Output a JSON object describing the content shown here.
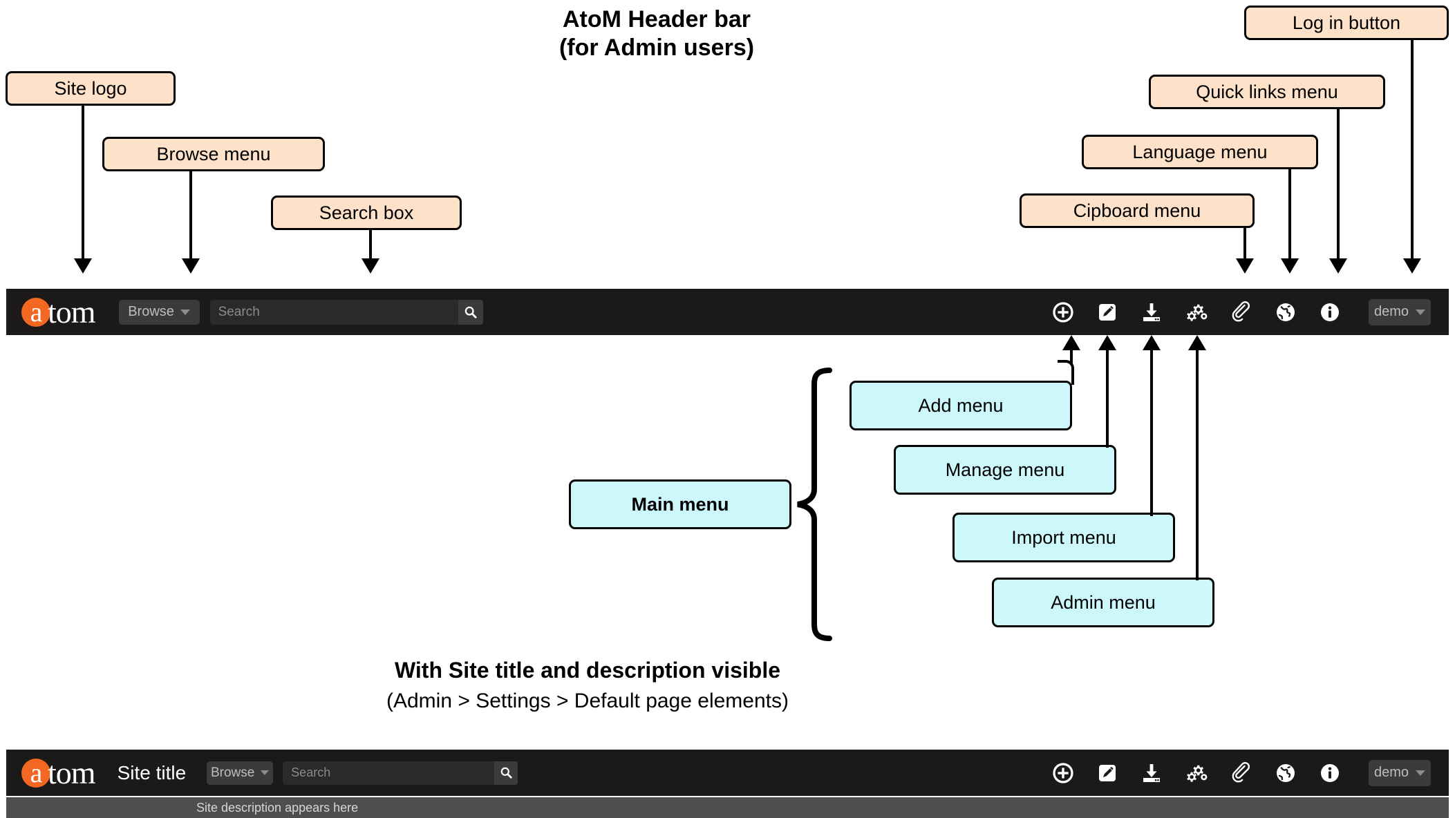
{
  "titles": {
    "main_line1": "AtoM Header bar",
    "main_line2": "(for Admin users)",
    "second_line1": "With Site title and description visible",
    "second_line2": "(Admin > Settings > Default page elements)"
  },
  "callouts": {
    "site_logo": "Site logo",
    "browse_menu": "Browse menu",
    "search_box": "Search box",
    "clipboard_menu": "Cipboard menu",
    "language_menu": "Language menu",
    "quick_links_menu": "Quick links menu",
    "login_button": "Log in button",
    "main_menu": "Main menu",
    "add_menu": "Add menu",
    "manage_menu": "Manage menu",
    "import_menu": "Import menu",
    "admin_menu": "Admin menu"
  },
  "header_bar_top": {
    "logo_a": "a",
    "logo_rest": "tom",
    "browse_label": "Browse",
    "search_placeholder": "Search",
    "user_label": "demo",
    "icons": [
      {
        "name": "add-icon",
        "title": "Add"
      },
      {
        "name": "manage-icon",
        "title": "Manage"
      },
      {
        "name": "import-icon",
        "title": "Import"
      },
      {
        "name": "admin-icon",
        "title": "Admin"
      },
      {
        "name": "clipboard-icon",
        "title": "Clipboard"
      },
      {
        "name": "language-icon",
        "title": "Language"
      },
      {
        "name": "quick-links-icon",
        "title": "Quick links"
      }
    ]
  },
  "header_bar_bottom": {
    "logo_a": "a",
    "logo_rest": "tom",
    "site_title": "Site title",
    "browse_label": "Browse",
    "search_placeholder": "Search",
    "user_label": "demo",
    "site_description": "Site description appears here"
  },
  "colors": {
    "bar_background": "#1b1a18",
    "accent_orange": "#f26722",
    "callout_peach": "#fde1c8",
    "callout_cyan": "#ccf7fb",
    "description_bar": "#4f4e4c",
    "control_grey": "#3d3b39"
  }
}
